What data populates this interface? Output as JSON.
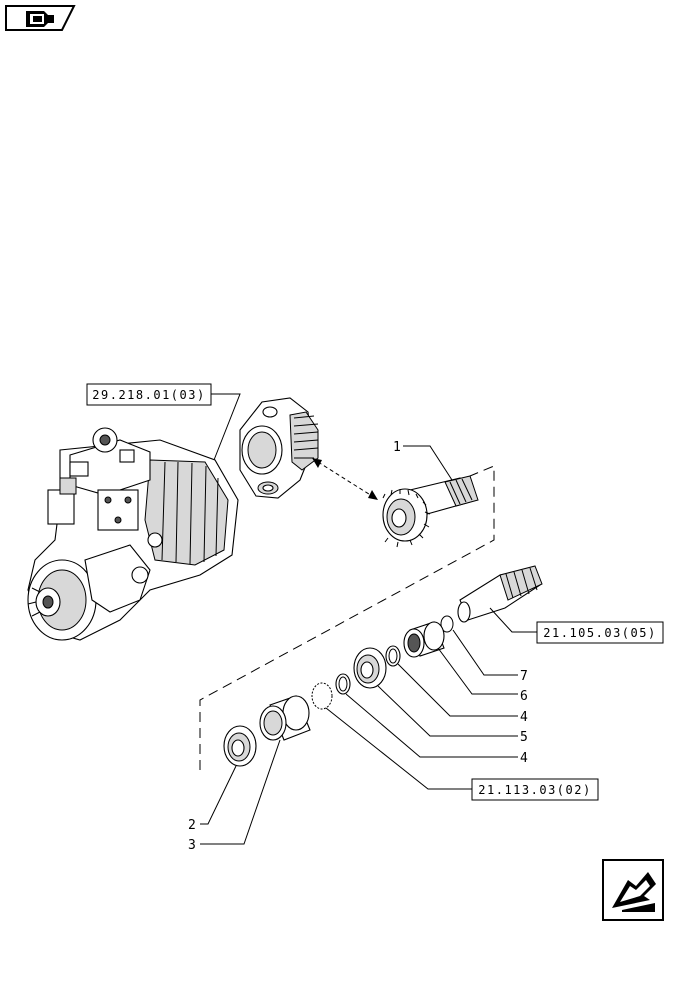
{
  "refs": {
    "ref_29_218": "29.218.01(03)",
    "ref_21_105": "21.105.03(05)",
    "ref_21_113": "21.113.03(02)"
  },
  "callouts": {
    "c1": "1",
    "c2": "2",
    "c3": "3",
    "c4a": "4",
    "c4b": "4",
    "c5": "5",
    "c6": "6",
    "c7": "7"
  },
  "icons": {
    "top_left": "previous-page-book-icon",
    "bottom_right": "next-page-arrow-icon"
  }
}
